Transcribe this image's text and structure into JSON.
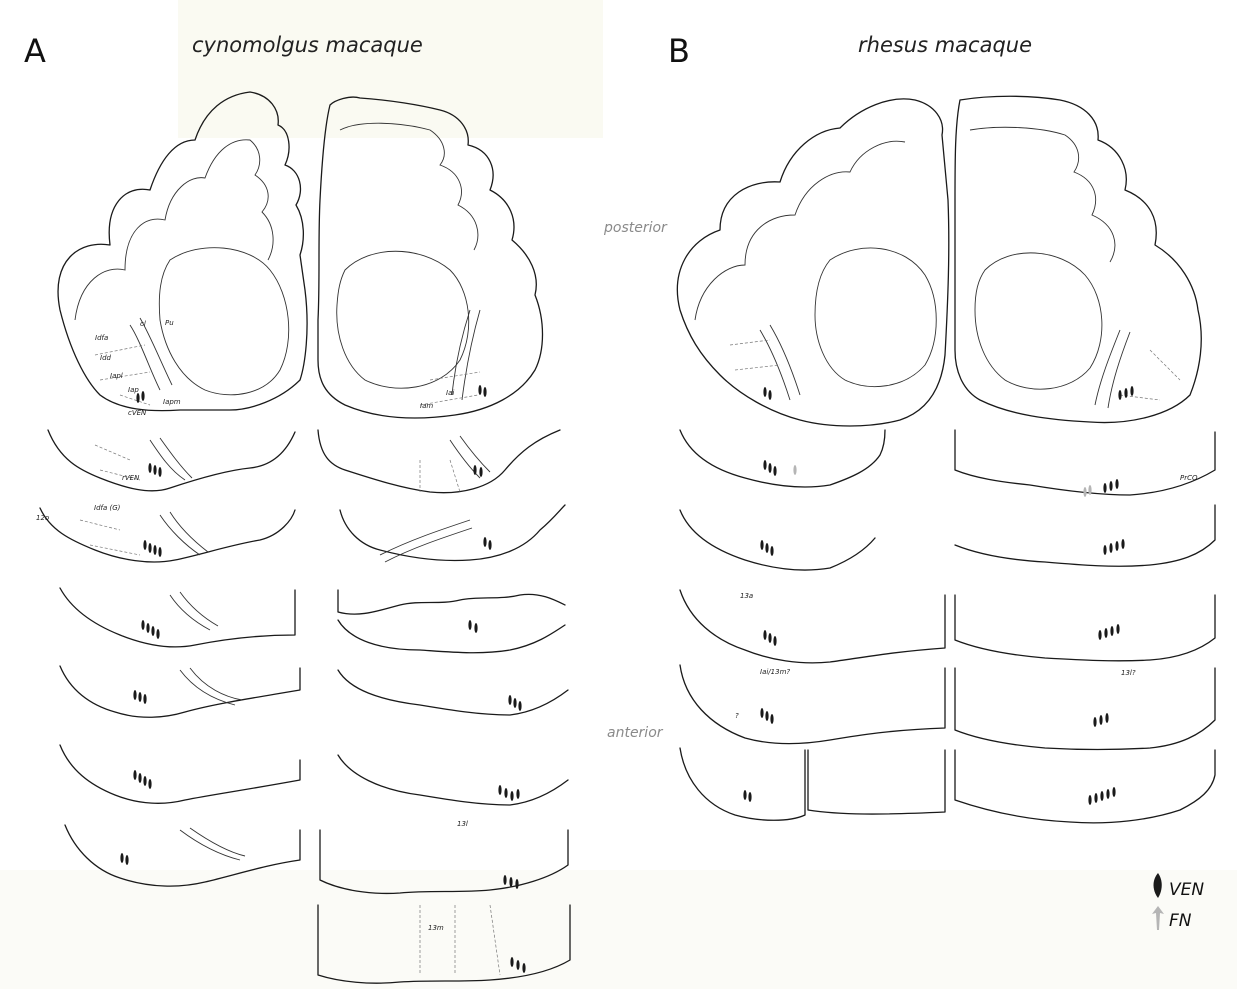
{
  "panels": {
    "a": {
      "letter": "A",
      "species": "cynomolgus macaque"
    },
    "b": {
      "letter": "B",
      "species": "rhesus macaque"
    }
  },
  "orientation": {
    "posterior": "posterior",
    "anterior": "anterior"
  },
  "legend": {
    "ven": "VEN",
    "fn": "FN"
  },
  "colors": {
    "ven": "#1a1a1a",
    "fn": "#b5b5b5",
    "outline": "#1a1a1a",
    "shade": "#fafaf2"
  },
  "region_labels": {
    "pu": "Pu",
    "cl": "cl",
    "idfa": "Idfa",
    "idfa_g": "Idfa (G)",
    "idd": "Idd",
    "iapl": "Iapl",
    "iap": "Iap",
    "iapm": "Iapm",
    "iam": "Iam",
    "iai": "Iai",
    "cven": "cVEN",
    "rven": "rVEN",
    "o12": "12o",
    "a13": "13a",
    "l13": "13l",
    "m13": "13m",
    "l13q": "13l?",
    "prco": "PrCO",
    "q": "?",
    "iai13m": "Iai/13m?"
  }
}
